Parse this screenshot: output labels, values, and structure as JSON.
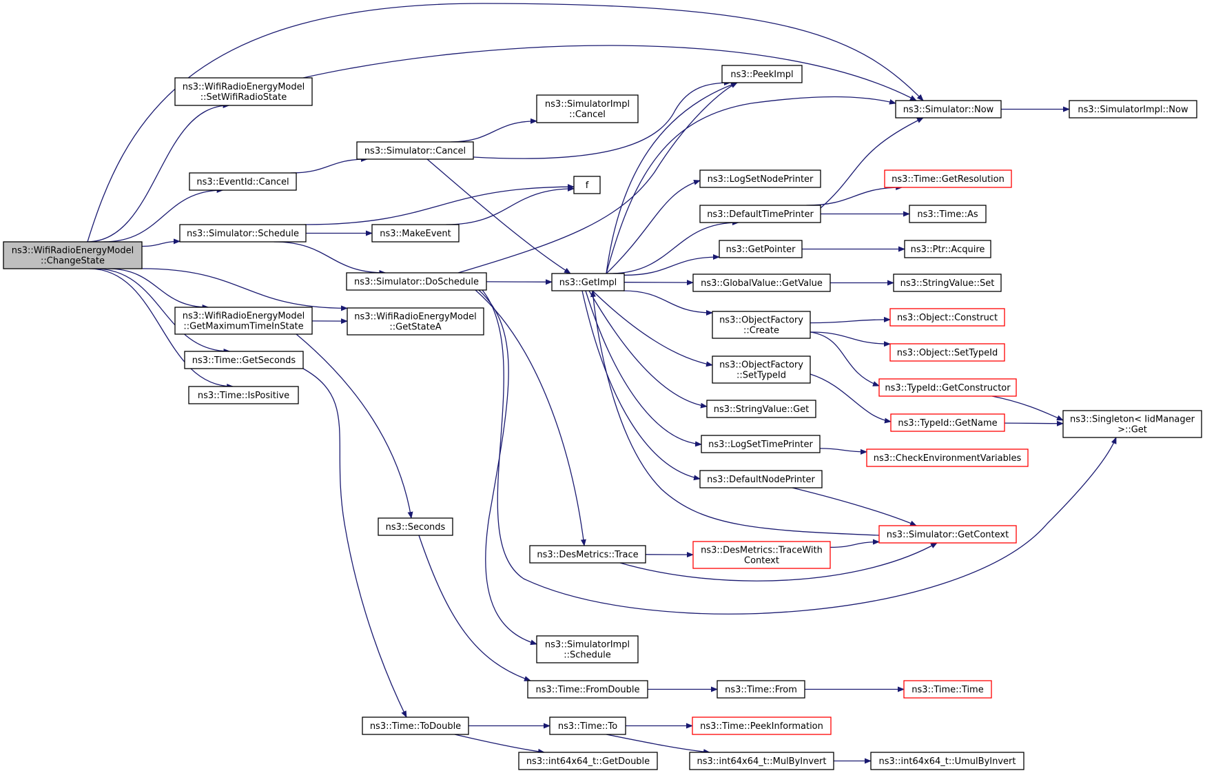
{
  "colors": {
    "edge": "#191970",
    "root_fill": "#bfbfbf",
    "red_border": "#ff0000",
    "border": "#000000",
    "background": "#ffffff"
  },
  "nodes": [
    {
      "id": "changestate",
      "lines": [
        "ns3::WifiRadioEnergyModel",
        "::ChangeState"
      ],
      "root": true
    },
    {
      "id": "setwifiradiostate",
      "lines": [
        "ns3::WifiRadioEnergyModel",
        "::SetWifiRadioState"
      ]
    },
    {
      "id": "eventid_cancel",
      "lines": [
        "ns3::EventId::Cancel"
      ]
    },
    {
      "id": "sim_schedule",
      "lines": [
        "ns3::Simulator::Schedule"
      ]
    },
    {
      "id": "getmaxtime",
      "lines": [
        "ns3::WifiRadioEnergyModel",
        "::GetMaximumTimeInState"
      ]
    },
    {
      "id": "time_getseconds",
      "lines": [
        "ns3::Time::GetSeconds"
      ]
    },
    {
      "id": "time_ispositive",
      "lines": [
        "ns3::Time::IsPositive"
      ]
    },
    {
      "id": "sim_cancel",
      "lines": [
        "ns3::Simulator::Cancel"
      ]
    },
    {
      "id": "simimpl_cancel",
      "lines": [
        "ns3::SimulatorImpl",
        "::Cancel"
      ]
    },
    {
      "id": "f",
      "lines": [
        "f"
      ]
    },
    {
      "id": "makeevent",
      "lines": [
        "ns3::MakeEvent"
      ]
    },
    {
      "id": "sim_doschedule",
      "lines": [
        "ns3::Simulator::DoSchedule"
      ]
    },
    {
      "id": "getstatea",
      "lines": [
        "ns3::WifiRadioEnergyModel",
        "::GetStateA"
      ]
    },
    {
      "id": "seconds",
      "lines": [
        "ns3::Seconds"
      ]
    },
    {
      "id": "time_todouble",
      "lines": [
        "ns3::Time::ToDouble"
      ]
    },
    {
      "id": "getimpl",
      "lines": [
        "ns3::GetImpl"
      ]
    },
    {
      "id": "peekimpl",
      "lines": [
        "ns3::PeekImpl"
      ]
    },
    {
      "id": "desmetrics_trace",
      "lines": [
        "ns3::DesMetrics::Trace"
      ]
    },
    {
      "id": "simimpl_schedule",
      "lines": [
        "ns3::SimulatorImpl",
        "::Schedule"
      ]
    },
    {
      "id": "time_fromdouble",
      "lines": [
        "ns3::Time::FromDouble"
      ]
    },
    {
      "id": "time_to",
      "lines": [
        "ns3::Time::To"
      ]
    },
    {
      "id": "int64_getdouble",
      "lines": [
        "ns3::int64x64_t::GetDouble"
      ]
    },
    {
      "id": "sim_now",
      "lines": [
        "ns3::Simulator::Now"
      ]
    },
    {
      "id": "logsetnodeprinter",
      "lines": [
        "ns3::LogSetNodePrinter"
      ]
    },
    {
      "id": "defaulttimeprinter",
      "lines": [
        "ns3::DefaultTimePrinter"
      ]
    },
    {
      "id": "getpointer",
      "lines": [
        "ns3::GetPointer"
      ]
    },
    {
      "id": "globalvalue_getvalue",
      "lines": [
        "ns3::GlobalValue::GetValue"
      ]
    },
    {
      "id": "objectfactory_create",
      "lines": [
        "ns3::ObjectFactory",
        "::Create"
      ]
    },
    {
      "id": "objectfactory_settypeid",
      "lines": [
        "ns3::ObjectFactory",
        "::SetTypeId"
      ]
    },
    {
      "id": "stringvalue_get",
      "lines": [
        "ns3::StringValue::Get"
      ]
    },
    {
      "id": "logsettimeprinter",
      "lines": [
        "ns3::LogSetTimePrinter"
      ]
    },
    {
      "id": "defaultnodeprinter",
      "lines": [
        "ns3::DefaultNodePrinter"
      ]
    },
    {
      "id": "tracewithcontext",
      "lines": [
        "ns3::DesMetrics::TraceWith",
        "Context"
      ],
      "red": true
    },
    {
      "id": "time_from",
      "lines": [
        "ns3::Time::From"
      ]
    },
    {
      "id": "time_peekinformation",
      "lines": [
        "ns3::Time::PeekInformation"
      ],
      "red": true
    },
    {
      "id": "int64_mulbyinvert",
      "lines": [
        "ns3::int64x64_t::MulByInvert"
      ]
    },
    {
      "id": "simimpl_now",
      "lines": [
        "ns3::SimulatorImpl::Now"
      ]
    },
    {
      "id": "time_getresolution",
      "lines": [
        "ns3::Time::GetResolution"
      ],
      "red": true
    },
    {
      "id": "time_as",
      "lines": [
        "ns3::Time::As"
      ]
    },
    {
      "id": "ptr_acquire",
      "lines": [
        "ns3::Ptr::Acquire"
      ]
    },
    {
      "id": "stringvalue_set",
      "lines": [
        "ns3::StringValue::Set"
      ]
    },
    {
      "id": "object_construct",
      "lines": [
        "ns3::Object::Construct"
      ],
      "red": true
    },
    {
      "id": "object_settypeid",
      "lines": [
        "ns3::Object::SetTypeId"
      ],
      "red": true
    },
    {
      "id": "typeid_getconstructor",
      "lines": [
        "ns3::TypeId::GetConstructor"
      ],
      "red": true
    },
    {
      "id": "typeid_getname",
      "lines": [
        "ns3::TypeId::GetName"
      ],
      "red": true
    },
    {
      "id": "checkenv",
      "lines": [
        "ns3::CheckEnvironmentVariables"
      ],
      "red": true
    },
    {
      "id": "sim_getcontext",
      "lines": [
        "ns3::Simulator::GetContext"
      ],
      "red": true
    },
    {
      "id": "time_time",
      "lines": [
        "ns3::Time::Time"
      ],
      "red": true
    },
    {
      "id": "int64_umulbyinvert",
      "lines": [
        "ns3::int64x64_t::UmulByInvert"
      ]
    },
    {
      "id": "singleton_get",
      "lines": [
        "ns3::Singleton< IidManager",
        ">::Get"
      ]
    }
  ],
  "edges": [
    [
      "changestate",
      "sim_now"
    ],
    [
      "changestate",
      "setwifiradiostate"
    ],
    [
      "changestate",
      "eventid_cancel"
    ],
    [
      "changestate",
      "sim_schedule"
    ],
    [
      "changestate",
      "getmaxtime"
    ],
    [
      "changestate",
      "getstatea"
    ],
    [
      "changestate",
      "time_getseconds"
    ],
    [
      "changestate",
      "time_ispositive"
    ],
    [
      "setwifiradiostate",
      "sim_now"
    ],
    [
      "eventid_cancel",
      "sim_cancel"
    ],
    [
      "sim_schedule",
      "f"
    ],
    [
      "sim_schedule",
      "makeevent"
    ],
    [
      "sim_schedule",
      "sim_doschedule"
    ],
    [
      "getmaxtime",
      "getstatea"
    ],
    [
      "getmaxtime",
      "seconds"
    ],
    [
      "time_getseconds",
      "time_todouble"
    ],
    [
      "sim_cancel",
      "simimpl_cancel"
    ],
    [
      "sim_cancel",
      "peekimpl"
    ],
    [
      "sim_cancel",
      "getimpl"
    ],
    [
      "makeevent",
      "f"
    ],
    [
      "sim_doschedule",
      "peekimpl"
    ],
    [
      "sim_doschedule",
      "getimpl"
    ],
    [
      "sim_doschedule",
      "desmetrics_trace"
    ],
    [
      "sim_doschedule",
      "simimpl_schedule"
    ],
    [
      "sim_doschedule",
      "singleton_get"
    ],
    [
      "seconds",
      "time_fromdouble"
    ],
    [
      "time_todouble",
      "time_to"
    ],
    [
      "time_todouble",
      "int64_getdouble"
    ],
    [
      "getimpl",
      "peekimpl"
    ],
    [
      "getimpl",
      "sim_now"
    ],
    [
      "getimpl",
      "logsetnodeprinter"
    ],
    [
      "getimpl",
      "defaulttimeprinter"
    ],
    [
      "getimpl",
      "getpointer"
    ],
    [
      "getimpl",
      "globalvalue_getvalue"
    ],
    [
      "getimpl",
      "objectfactory_create"
    ],
    [
      "getimpl",
      "objectfactory_settypeid"
    ],
    [
      "getimpl",
      "stringvalue_get"
    ],
    [
      "getimpl",
      "logsettimeprinter"
    ],
    [
      "getimpl",
      "defaultnodeprinter"
    ],
    [
      "sim_getcontext",
      "getimpl"
    ],
    [
      "desmetrics_trace",
      "tracewithcontext"
    ],
    [
      "desmetrics_trace",
      "sim_getcontext"
    ],
    [
      "time_fromdouble",
      "time_from"
    ],
    [
      "time_to",
      "time_peekinformation"
    ],
    [
      "time_to",
      "int64_mulbyinvert"
    ],
    [
      "sim_now",
      "simimpl_now"
    ],
    [
      "defaulttimeprinter",
      "sim_now"
    ],
    [
      "defaulttimeprinter",
      "time_getresolution"
    ],
    [
      "defaulttimeprinter",
      "time_as"
    ],
    [
      "getpointer",
      "ptr_acquire"
    ],
    [
      "globalvalue_getvalue",
      "stringvalue_set"
    ],
    [
      "objectfactory_create",
      "object_construct"
    ],
    [
      "objectfactory_create",
      "object_settypeid"
    ],
    [
      "objectfactory_create",
      "typeid_getconstructor"
    ],
    [
      "objectfactory_settypeid",
      "typeid_getname"
    ],
    [
      "logsettimeprinter",
      "checkenv"
    ],
    [
      "defaultnodeprinter",
      "sim_getcontext"
    ],
    [
      "tracewithcontext",
      "sim_getcontext"
    ],
    [
      "time_from",
      "time_time"
    ],
    [
      "int64_mulbyinvert",
      "int64_umulbyinvert"
    ],
    [
      "typeid_getconstructor",
      "singleton_get"
    ],
    [
      "typeid_getname",
      "singleton_get"
    ]
  ]
}
